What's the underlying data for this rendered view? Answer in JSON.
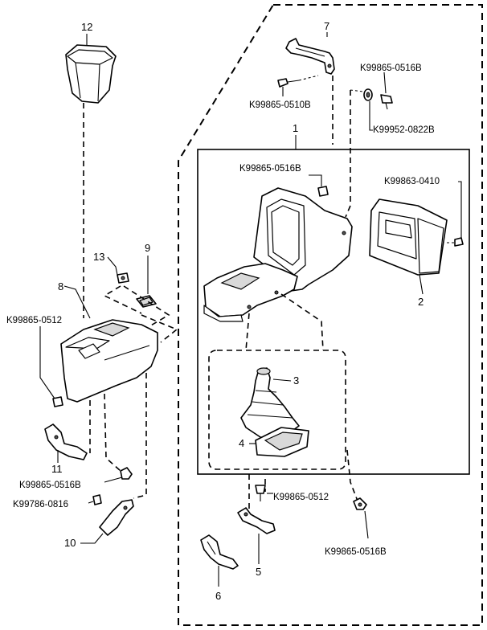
{
  "callouts": {
    "p1": "1",
    "p2": "2",
    "p3": "3",
    "p4": "4",
    "p5": "5",
    "p6": "6",
    "p7": "7",
    "p8": "8",
    "p9": "9",
    "p10": "10",
    "p11": "11",
    "p12": "12",
    "p13": "13"
  },
  "codes": {
    "k0516b_top": "K99865-0516B",
    "k0510b": "K99865-0510B",
    "k0822b": "K99952-0822B",
    "k0516b_inner": "K99865-0516B",
    "k0410": "K99863-0410",
    "k0512_left": "K99865-0512",
    "k0516b_left": "K99865-0516B",
    "k0816": "K99786-0816",
    "k0512_bottom": "K99865-0512",
    "k0516b_bottom": "K99865-0516B"
  }
}
